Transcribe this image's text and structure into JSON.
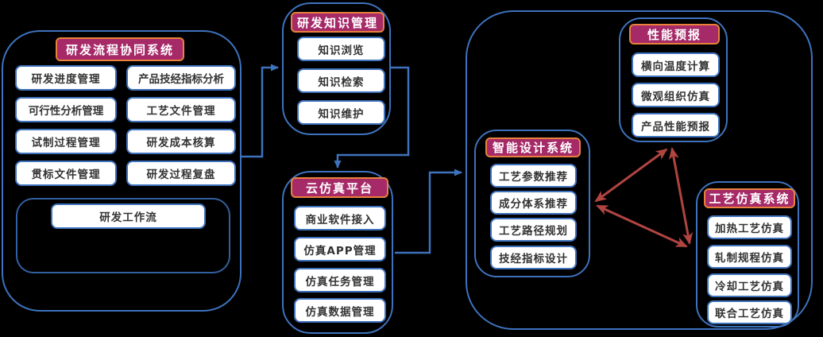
{
  "colors": {
    "background": "#000000",
    "container_border": "#3E72BC",
    "box_bg": "#FFFFFF",
    "box_text": "#333333",
    "header_bg": "#A62A68",
    "header_border": "#E8823C",
    "header_text": "#FFFFFF",
    "connector": "#3E72BC",
    "relation_arrow": "#B04441"
  },
  "groups": {
    "rd_process": {
      "title": "研发流程协同系统",
      "items": [
        "研发进度管理",
        "产品技经指标分析",
        "可行性分析管理",
        "工艺文件管理",
        "试制过程管理",
        "研发成本核算",
        "贯标文件管理",
        "研发过程复盘"
      ],
      "workflow": "研发工作流"
    },
    "knowledge": {
      "title": "研发知识管理",
      "items": [
        "知识浏览",
        "知识检索",
        "知识维护"
      ]
    },
    "cloud_sim": {
      "title": "云仿真平台",
      "items": [
        "商业软件接入",
        "仿真APP管理",
        "仿真任务管理",
        "仿真数据管理"
      ]
    },
    "smart_design": {
      "title": "智能设计系统",
      "items": [
        "工艺参数推荐",
        "成分体系推荐",
        "工艺路径规划",
        "技经指标设计"
      ]
    },
    "performance": {
      "title": "性能预报",
      "items": [
        "横向温度计算",
        "微观组织仿真",
        "产品性能预报"
      ]
    },
    "process_sim": {
      "title": "工艺仿真系统",
      "items": [
        "加热工艺仿真",
        "轧制规程仿真",
        "冷却工艺仿真",
        "联合工艺仿真"
      ]
    }
  },
  "relations": [
    {
      "from": "研发流程协同系统",
      "to": "研发知识管理",
      "style": "blue-arrow"
    },
    {
      "from": "研发知识管理",
      "to": "云仿真平台",
      "style": "blue-arrow"
    },
    {
      "from": "云仿真平台",
      "to": "智能设计系统",
      "style": "blue-arrow"
    },
    {
      "from": "智能设计系统",
      "to": "性能预报",
      "style": "red-double-arrow"
    },
    {
      "from": "性能预报",
      "to": "工艺仿真系统",
      "style": "red-double-arrow"
    },
    {
      "from": "智能设计系统",
      "to": "工艺仿真系统",
      "style": "red-double-arrow"
    }
  ]
}
